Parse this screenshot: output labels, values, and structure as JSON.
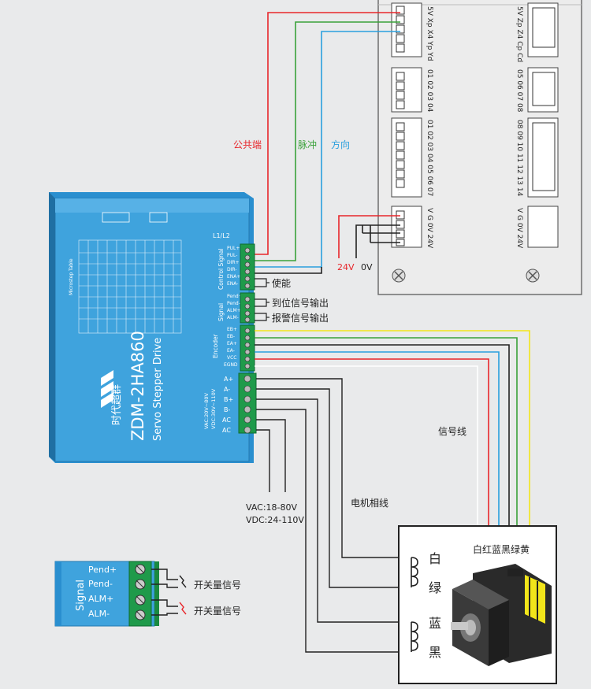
{
  "colors": {
    "red": "#e8262b",
    "green": "#3aa23a",
    "blue": "#2aa0de",
    "yellow": "#f2e51a",
    "black": "#222222",
    "white": "#ffffff",
    "driver_blue": "#2b8fce",
    "terminal_green": "#1f9a4a"
  },
  "controller": {
    "col1": [
      "5V Xp X4 Yp Yd",
      "01 02 03 04",
      "01 02 03 04 05 06 07",
      "V G 0V 24V"
    ],
    "col2": [
      "5V Zp Z4 Cp Cd",
      "05 06 07 08",
      "08 09 10 11 12 13 14",
      "V G 0V 24V"
    ]
  },
  "labels": {
    "common": "公共端",
    "pulse": "脉冲",
    "direction": "方向",
    "v24": "24V",
    "v0": "0V",
    "enable": "使能",
    "in_position": "到位信号输出",
    "alarm_out": "报警信号输出",
    "signal_wire": "信号线",
    "motor_phase": "电机相线",
    "vac": "VAC:18-80V",
    "vdc": "VDC:24-110V",
    "switch_signal_1": "开关量信号",
    "switch_signal_2": "开关量信号",
    "wire_colors": "白红蓝黑绿黄",
    "phase_white": "白",
    "phase_green": "绿",
    "phase_blue": "蓝",
    "phase_black": "黑"
  },
  "driver": {
    "brand": "时代超群",
    "model": "ZDM-2HA860",
    "subtitle": "Servo Stepper Drive",
    "section_l1l2": "L1/L2",
    "section_control": "Control Signal",
    "section_signal": "Signal",
    "section_encoder": "Encoder",
    "input_voltage_1": "VAC:20V~80V",
    "input_voltage_2": "VDC:30V~110V",
    "table_title": "Microstep Table",
    "control_pins": [
      "PUL+",
      "PUL-",
      "DIR+",
      "DIR-",
      "ENA+",
      "ENA-"
    ],
    "signal_pins": [
      "Pend+",
      "Pend-",
      "ALM+",
      "ALM-"
    ],
    "encoder_pins": [
      "EB+",
      "EB-",
      "EA+",
      "EA-",
      "VCC",
      "EGND"
    ],
    "power_pins": [
      "A+",
      "A-",
      "B+",
      "B-",
      "AC",
      "AC"
    ]
  },
  "inset": {
    "title": "Signal",
    "pins": [
      "Pend+",
      "Pend-",
      "ALM+",
      "ALM-"
    ]
  }
}
